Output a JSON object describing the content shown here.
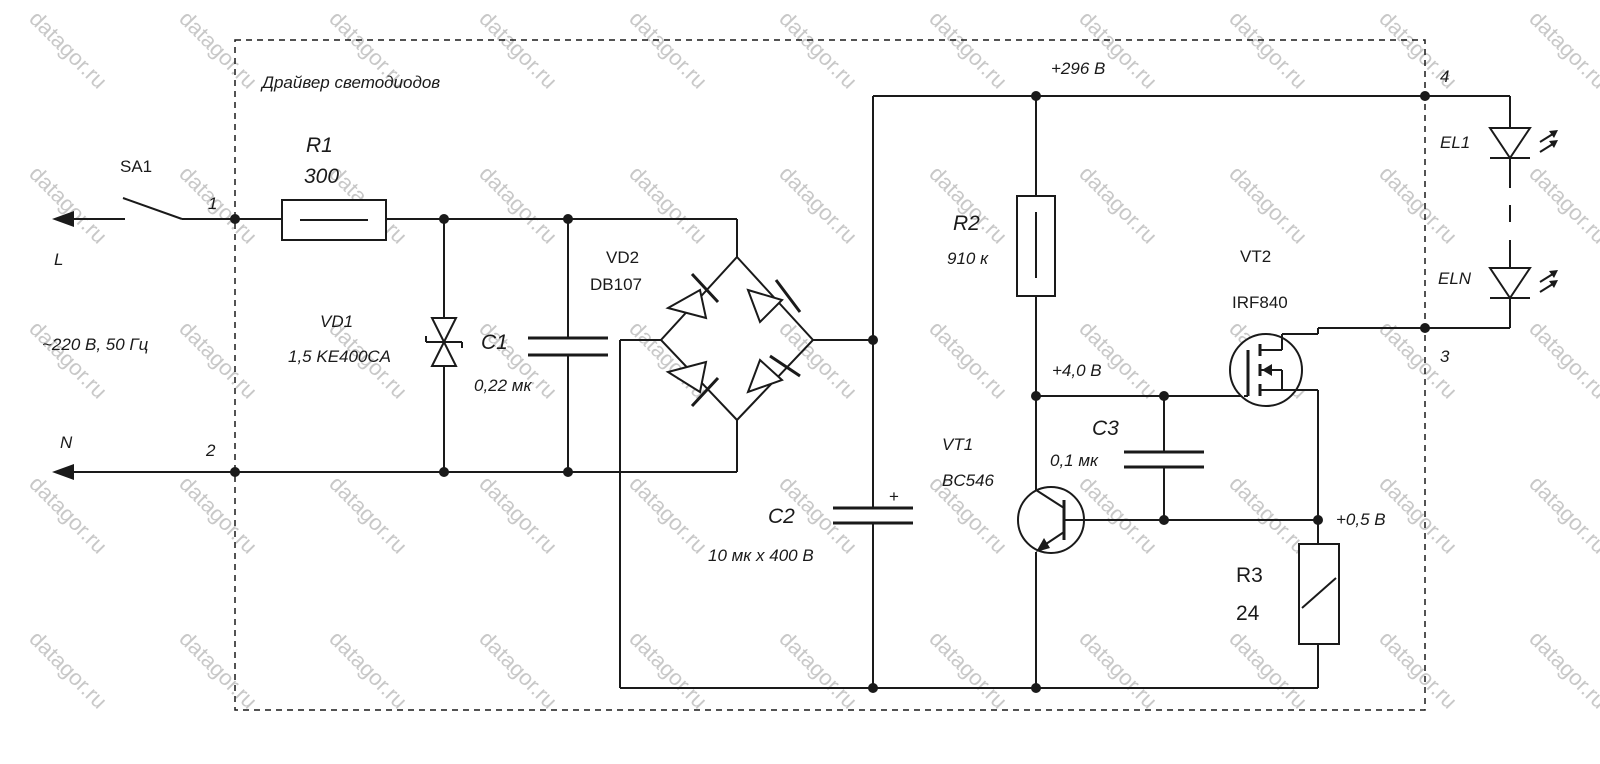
{
  "watermark": "datagor.ru",
  "frame_title": "Драйвер светодиодов",
  "nodes": {
    "n1": "1",
    "n2": "2",
    "n3": "3",
    "n4": "4"
  },
  "mains": {
    "L": "L",
    "N": "N",
    "voltage": "~220 В, 50 Гц"
  },
  "components": {
    "sa1": "SA1",
    "r1_name": "R1",
    "r1_value": "300",
    "vd1_name": "VD1",
    "vd1_value": "1,5 KE400CA",
    "c1_name": "C1",
    "c1_value": "0,22 мк",
    "vd2_name": "VD2",
    "vd2_value": "DB107",
    "c2_name": "C2",
    "c2_value": "10 мк х 400 В",
    "c2_plus": "+",
    "r2_name": "R2",
    "r2_value": "910 к",
    "c3_name": "C3",
    "c3_value": "0,1 мк",
    "vt1_name": "VT1",
    "vt1_value": "BC546",
    "vt2_name": "VT2",
    "vt2_value": "IRF840",
    "r3_name": "R3",
    "r3_value": "24",
    "el1": "EL1",
    "eln": "ELN"
  },
  "voltages": {
    "v_top": "+296 В",
    "v_gate": "+4,0 В",
    "v_sense": "+0,5 В"
  },
  "colors": {
    "ink": "#1a1a1a",
    "watermark": "#c8c8c8"
  }
}
